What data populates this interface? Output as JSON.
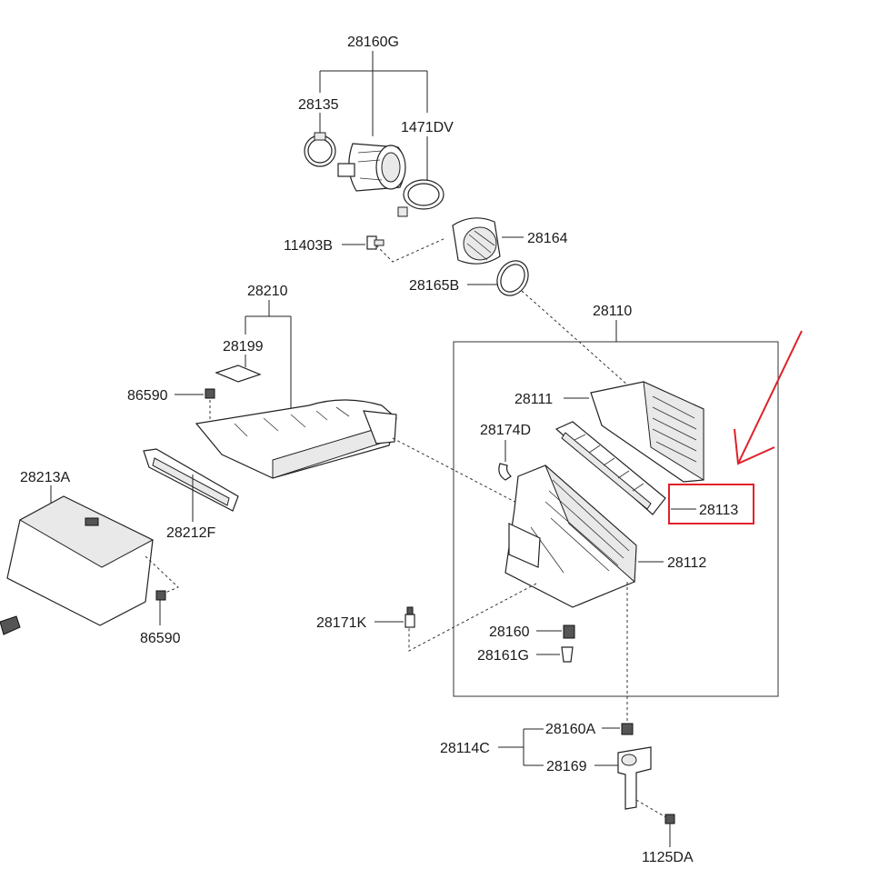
{
  "labels": {
    "p28160G": "28160G",
    "p28135": "28135",
    "p1471DV": "1471DV",
    "p11403B": "11403B",
    "p28164": "28164",
    "p28165B": "28165B",
    "p28210": "28210",
    "p28199": "28199",
    "p86590_top": "86590",
    "p28110": "28110",
    "p28111": "28111",
    "p28174D": "28174D",
    "p28113": "28113",
    "p28213A": "28213A",
    "p28212F": "28212F",
    "p28112": "28112",
    "p86590_bottom": "86590",
    "p28171K": "28171K",
    "p28160": "28160",
    "p28161G": "28161G",
    "p28160A": "28160A",
    "p28114C": "28114C",
    "p28169": "28169",
    "p1125DA": "1125DA"
  },
  "highlight": {
    "part": "28113",
    "color": "#e0202a"
  }
}
